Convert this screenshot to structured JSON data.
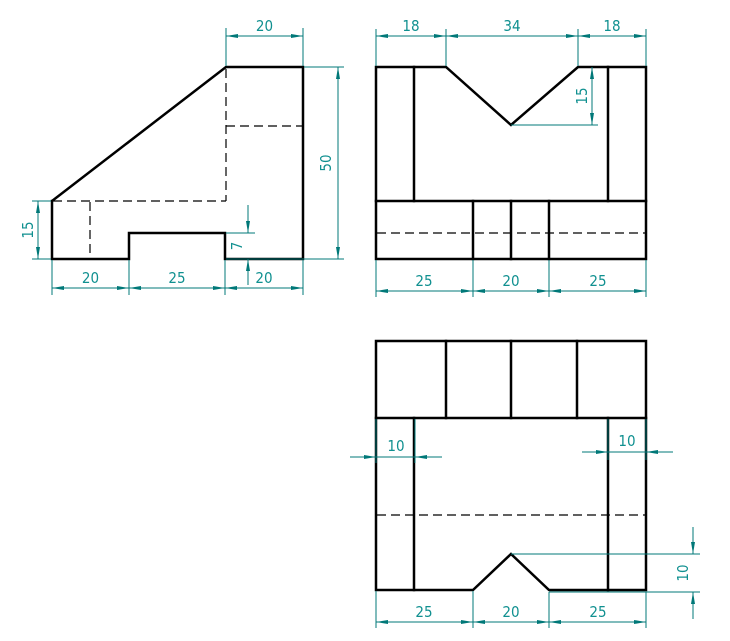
{
  "drawing": {
    "type": "orthographic-projection",
    "colors": {
      "object_line": "#000000",
      "dimension_line": "#007878",
      "dimension_text": "#109090",
      "background": "#ffffff"
    },
    "views": {
      "front": {
        "dims": {
          "top_width": "20",
          "overall_height": "50",
          "left_height": "15",
          "notch_height": "7",
          "bottom_left": "20",
          "bottom_middle": "25",
          "bottom_right": "20"
        }
      },
      "side": {
        "dims": {
          "top_left": "18",
          "top_middle": "34",
          "top_right": "18",
          "v_depth": "15",
          "bottom_left": "25",
          "bottom_middle": "20",
          "bottom_right": "25"
        }
      },
      "top": {
        "dims": {
          "left_wall": "10",
          "right_wall": "10",
          "notch_height": "10",
          "bottom_left": "25",
          "bottom_middle": "20",
          "bottom_right": "25"
        }
      }
    }
  }
}
